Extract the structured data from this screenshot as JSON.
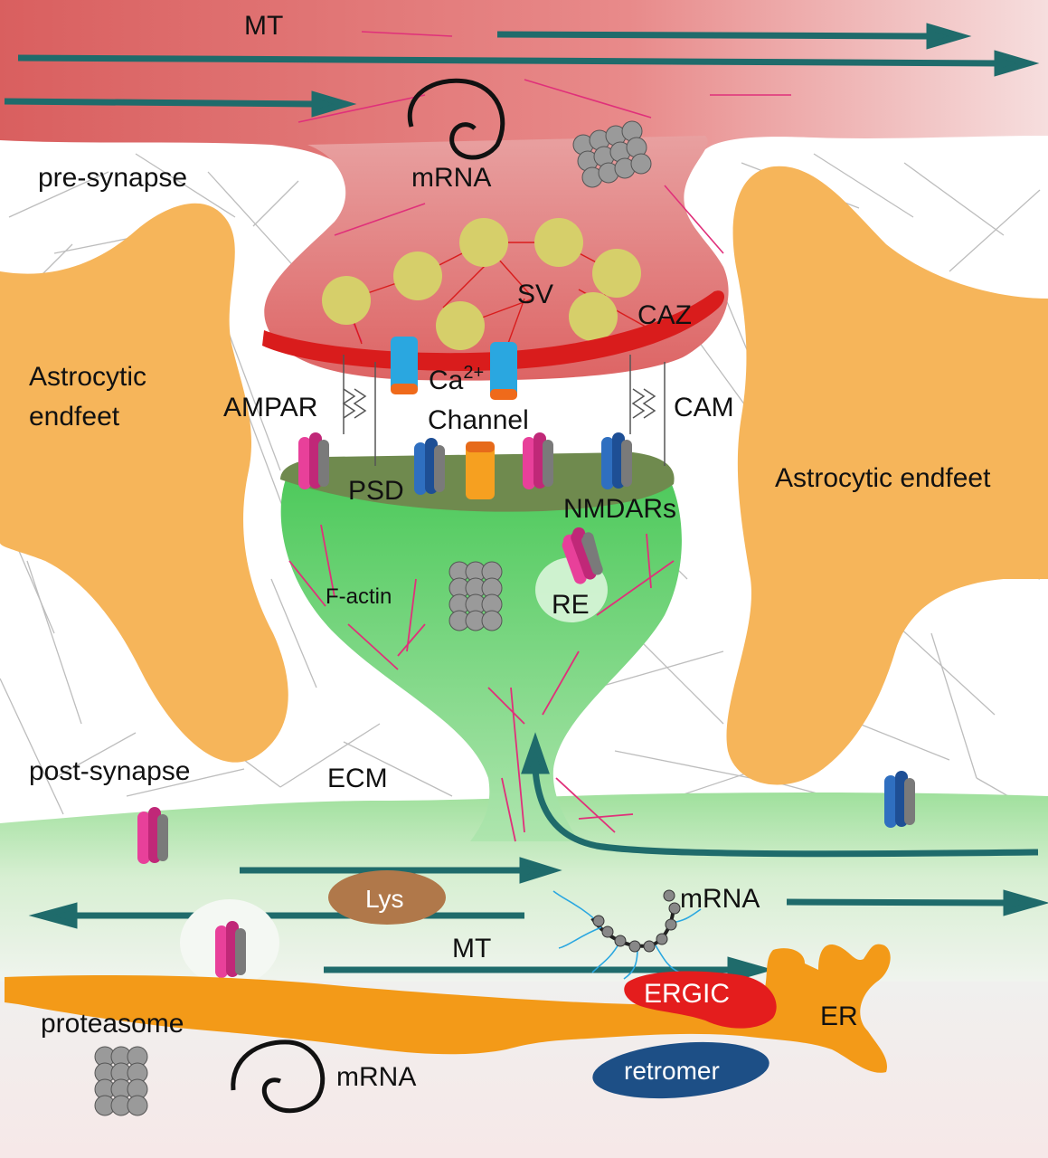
{
  "labels": {
    "mt_top": "MT",
    "pre_synapse": "pre-synapse",
    "mrna_pre": "mRNA",
    "sv": "SV",
    "caz": "CAZ",
    "astro_left_1": "Astrocytic",
    "astro_left_2": "endfeet",
    "ampar": "AMPAR",
    "ca_main": "Ca",
    "ca_sup": "2+",
    "channel": "Channel",
    "cam": "CAM",
    "psd": "PSD",
    "nmdars": "NMDARs",
    "astro_right": "Astrocytic endfeet",
    "f_actin": "F-actin",
    "re": "RE",
    "post_synapse": "post-synapse",
    "ecm": "ECM",
    "lys": "Lys",
    "mrna_dendrite": "mRNA",
    "mt_bottom": "MT",
    "ergic": "ERGIC",
    "er": "ER",
    "proteasome": "proteasome",
    "mrna_bottom": "mRNA",
    "retromer": "retromer"
  },
  "colors": {
    "presynapse": "#e06a6a",
    "caz": "#d91c1c",
    "vesicle": "#d6cf6a",
    "astrocyte": "#f6b55a",
    "postsynapse": "#66d16a",
    "psd": "#6f8a4e",
    "microtubule": "#1f6b6b",
    "actin": "#e0307a",
    "ampar": "#e8409a",
    "nmdar": "#2f6fc0",
    "ca_channel": "#2aa7e0",
    "lysosome": "#b0784a",
    "ergic": "#e41d1d",
    "er": "#f39a18",
    "retromer": "#1d4f86"
  }
}
